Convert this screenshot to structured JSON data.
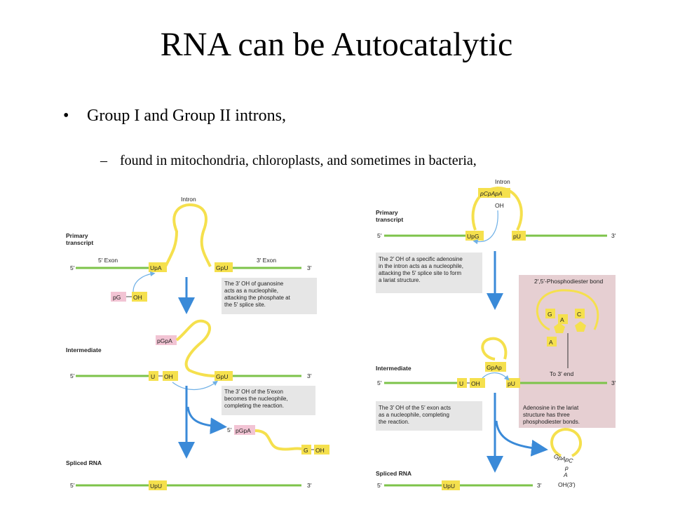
{
  "title": "RNA can be Autocatalytic",
  "bullet": "Group I and Group II introns,",
  "sub_bullet": "found in mitochondria, chloroplasts, and sometimes in bacteria,",
  "colors": {
    "exon": "#7dc34a",
    "intron": "#f5e04d",
    "arrow": "#3a8ad8",
    "note_box": "#e6e6e6",
    "pink_panel": "#e6cfd2"
  },
  "left": {
    "intron": "Intron",
    "primary": "Primary",
    "transcript": "transcript",
    "exon5": "5′ Exon",
    "exon3": "3′ Exon",
    "p5": "5′",
    "p3": "3′",
    "UpA": "UpA",
    "GpU": "GpU",
    "pG": "pG",
    "OH": "OH",
    "note1": [
      "The 3′ OH of guanosine",
      "acts as a nucleophile,",
      "attacking the phosphate at",
      "the 5′ splice site."
    ],
    "pGpA": "pGpA",
    "intermediate": "Intermediate",
    "U": "U",
    "OH2": "OH",
    "GpU2": "GpU",
    "note2": [
      "The 3′ OH of the 5′exon",
      "becomes the nucleophile,",
      "completing the reaction."
    ],
    "prod5": "5′",
    "prod_pGpA": "pGpA",
    "G": "G",
    "OH3": "OH",
    "spliced": "Spliced RNA",
    "UpU": "UpU"
  },
  "right": {
    "intron": "Intron",
    "pCpApA": "pCpApA",
    "OH": "OH",
    "primary": "Primary",
    "transcript": "transcript",
    "p5": "5′",
    "p3": "3′",
    "UpG": "UpG",
    "pU": "pU",
    "note1": [
      "The 2′ OH of a specific adenosine",
      "in the intron acts as a nucleophile,",
      "attacking the 5′ splice site to form",
      "a lariat structure."
    ],
    "bond_title": "2′,5′-Phosphodiester bond",
    "nG": "G",
    "nA1": "A",
    "nC": "C",
    "nA2": "A",
    "to3": "To 3′ end",
    "note_pink": [
      "Adenosine in the lariat",
      "structure has three",
      "phosphodiester bonds."
    ],
    "intermediate": "Intermediate",
    "GpAp": "GpAp",
    "U": "U",
    "OH2": "OH",
    "pU2": "pU",
    "note2": [
      "The 3′ OH of the 5′ exon acts",
      "as a nucleophile, completing",
      "the reaction."
    ],
    "GpApC": "GpApC",
    "p": "p",
    "A": "A",
    "spliced": "Spliced RNA",
    "UpU": "UpU",
    "OH3": "OH(3′)"
  }
}
